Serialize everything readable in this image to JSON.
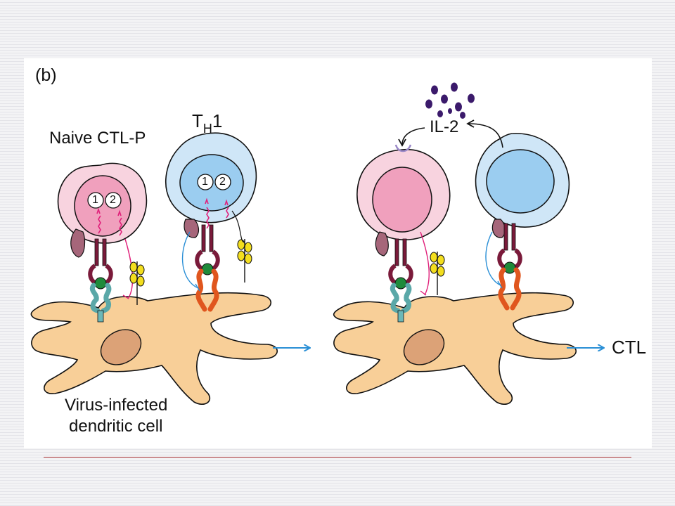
{
  "panel_label": "(b)",
  "labels": {
    "naive_ctlp": "Naive CTL-P",
    "th_T": "T",
    "th_H": "H",
    "th_1": "1",
    "il2": "IL-2",
    "ctl": "CTL",
    "dendritic_line1": "Virus-infected",
    "dendritic_line2": "dendritic cell",
    "signal_1": "1",
    "signal_2": "2"
  },
  "colors": {
    "ctlp_outer": "#f8d3df",
    "ctlp_nucleus": "#f0a0bd",
    "th1_outer": "#cfe6f7",
    "th1_nucleus": "#9bcdf0",
    "dendritic_cell": "#f8cf98",
    "dendritic_nucleus": "#dca277",
    "tcr": "#7a1a3a",
    "antigen": "#1f8a3a",
    "mhc_class1": "#6cb8b8",
    "mhc_class2": "#e0561e",
    "costim": "#f3de1e",
    "il2_dots": "#3b1a6b",
    "arrow": "#2a8fd6",
    "signal_wave": "#e0207a"
  },
  "il2_dot_count": 9
}
